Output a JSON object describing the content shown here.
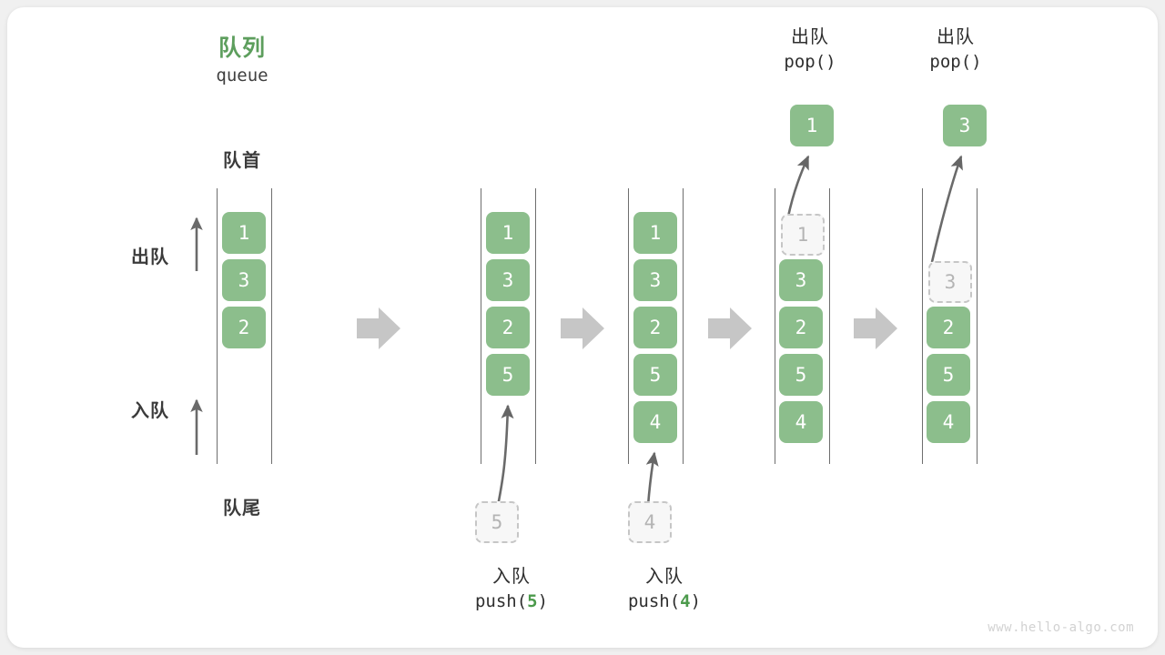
{
  "diagram": {
    "title_cn": "队列",
    "title_en": "queue",
    "front_label": "队首",
    "rear_label": "队尾",
    "dequeue_side_label": "出队",
    "enqueue_side_label": "入队",
    "watermark": "www.hello-algo.com",
    "accent_color": "#5d9e5d",
    "cell_color": "#8cbe8c",
    "ghost_color": "#c6c6c6",
    "arrow_color": "#c2c2c2"
  },
  "columns": [
    {
      "id": "state-0",
      "cells": [
        "1",
        "3",
        "2"
      ],
      "ghost_index": null
    },
    {
      "id": "state-1",
      "cells": [
        "1",
        "3",
        "2",
        "5"
      ],
      "ghost_index": null,
      "incoming": "5"
    },
    {
      "id": "state-2",
      "cells": [
        "1",
        "3",
        "2",
        "5",
        "4"
      ],
      "ghost_index": null,
      "incoming": "4"
    },
    {
      "id": "state-3",
      "cells": [
        "1",
        "3",
        "2",
        "5",
        "4"
      ],
      "ghost_index": 0,
      "outgoing": "1"
    },
    {
      "id": "state-4",
      "cells": [
        "3",
        "2",
        "5",
        "4"
      ],
      "ghost_index": 0,
      "outgoing": "3"
    }
  ],
  "operations": {
    "push_5": {
      "cn": "入队",
      "fn": "push(",
      "arg": "5",
      "fn_close": ")"
    },
    "push_4": {
      "cn": "入队",
      "fn": "push(",
      "arg": "4",
      "fn_close": ")"
    },
    "pop_1": {
      "cn": "出队",
      "fn": "pop()"
    },
    "pop_2": {
      "cn": "出队",
      "fn": "pop()"
    }
  },
  "floating_cells": {
    "push_5_src": "5",
    "push_4_src": "4",
    "pop_1_dst": "1",
    "pop_2_dst": "3"
  }
}
